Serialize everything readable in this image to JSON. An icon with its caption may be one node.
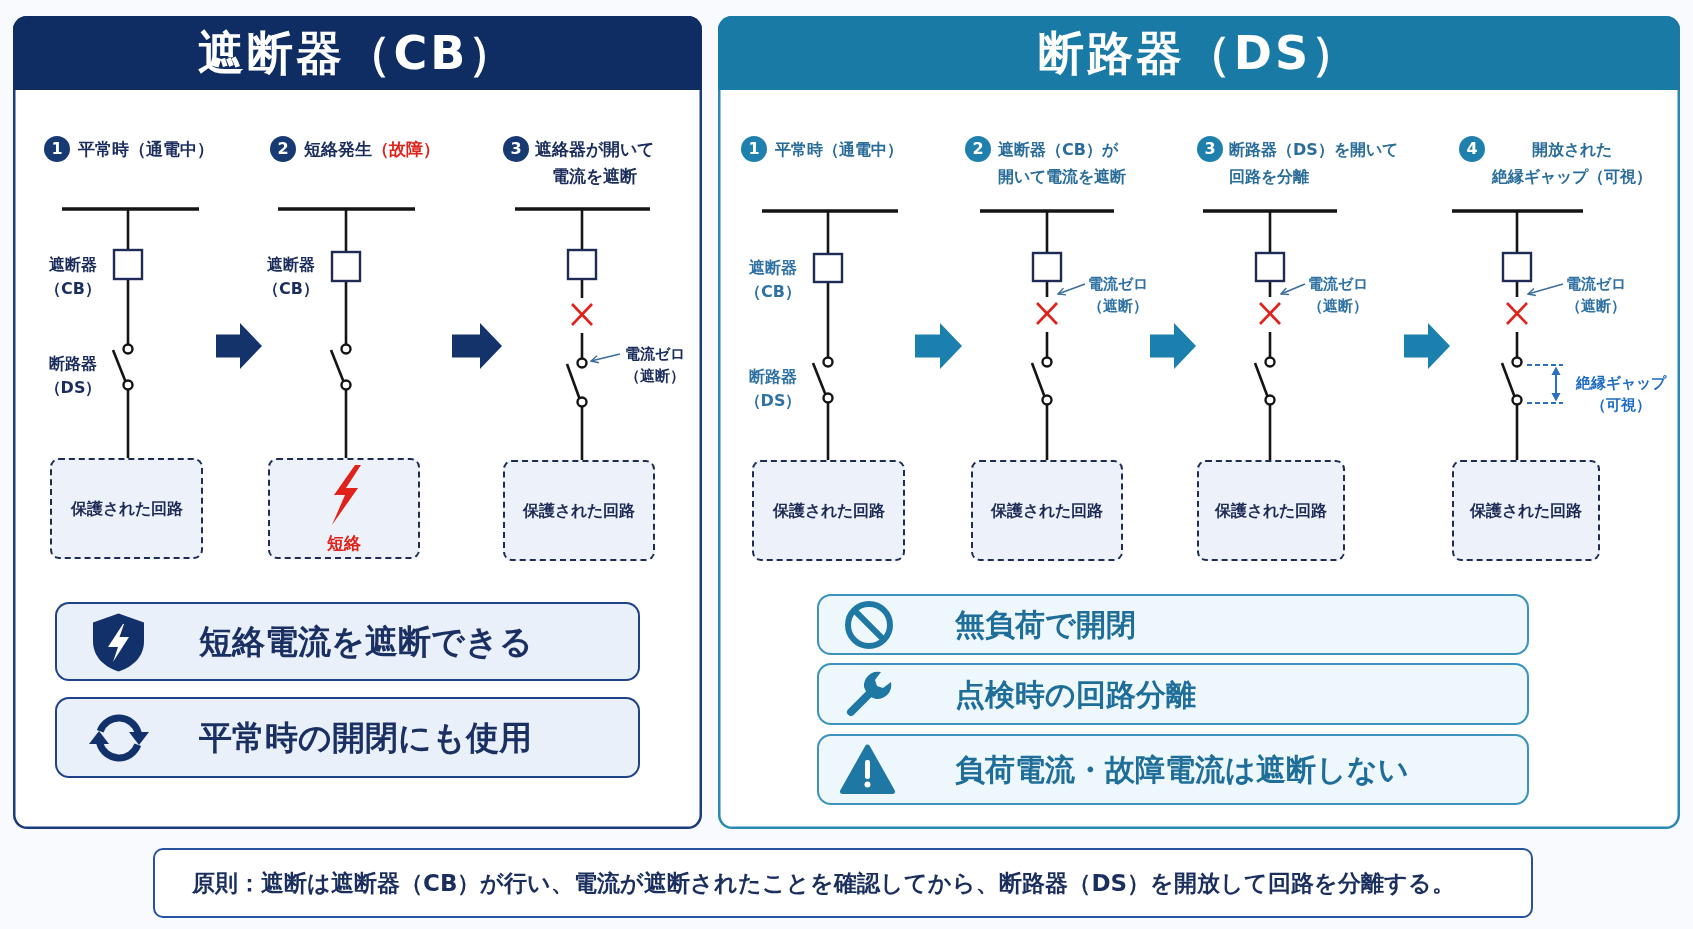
{
  "diagram": {
    "nodes": [
      {
        "text": [
          "遮断器（CB）"
        ]
      },
      {
        "text": [
          "1",
          "平常時（通電中）"
        ],
        "in": 0
      },
      {
        "text": [
          "保護された回路"
        ],
        "in": 0
      },
      {
        "text": [
          "2",
          "短絡発生",
          "（故障）"
        ],
        "in": 0
      },
      {
        "text": [
          "短絡"
        ],
        "in": 0
      },
      {
        "text": [
          "3",
          "遮絡器が開いて電流を遮断"
        ],
        "in": 0
      },
      {
        "text": [
          "電流ゼロ（遮断）"
        ],
        "in": 0
      },
      {
        "text": [
          "保護された回路"
        ],
        "in": 0
      },
      {
        "text": [
          "短絡電流を遮断できる"
        ],
        "in": 0
      },
      {
        "text": [
          "平常時の開閉にも使用"
        ],
        "in": 0
      },
      {
        "text": [
          "断路器（DS）"
        ]
      },
      {
        "text": [
          "1",
          "平常時（通電中）"
        ],
        "in": 10
      },
      {
        "text": [
          "保護された回路"
        ],
        "in": 10
      },
      {
        "text": [
          "2",
          "遮断器（CB）が開いて電流を遮断"
        ],
        "in": 10
      },
      {
        "text": [
          "電流ゼロ（遮断）"
        ],
        "in": 10
      },
      {
        "text": [
          "保護された回路"
        ],
        "in": 10
      },
      {
        "text": [
          "3",
          "断路器（DS）を開いて回路を分離"
        ],
        "in": 10
      },
      {
        "text": [
          "電流ゼロ（遮断）"
        ],
        "in": 16
      },
      {
        "text": [
          "保護された回路"
        ],
        "in": 10
      },
      {
        "text": [
          "4",
          "開放された絶縁ギャップ（可視）"
        ],
        "in": 10
      },
      {
        "text": [
          "電流ゼロ（遮断）"
        ],
        "in": 19
      },
      {
        "text": [
          "保護された回路"
        ],
        "in": 10
      },
      {
        "text": [
          "無負荷で開閉"
        ],
        "in": 10
      },
      {
        "text": [
          "点検時の回路分離"
        ],
        "in": 10
      },
      {
        "text": [
          "負荷電流・故障電流は遮断しない"
        ],
        "in": 10
      },
      {
        "text": [
          "原則：遮断は遮断器（CB）が行い、電流が遮断されたことを確認してから、断路器（DS）を開放して回路を分離する。"
        ]
      }
    ],
    "edges": [
      {
        "from": 1,
        "to": 3,
        "arrow": "to",
        "style": "thick",
        "color": "#15336b"
      },
      {
        "from": 3,
        "to": 5,
        "arrow": "to",
        "style": "thick",
        "color": "#15336b"
      },
      {
        "from": 6,
        "to": null,
        "arrow": "to"
      },
      {
        "from": 11,
        "to": 13,
        "arrow": "to",
        "style": "thick",
        "color": "#1b80ad"
      },
      {
        "from": 13,
        "to": 16,
        "arrow": "to",
        "style": "thick",
        "color": "#1b80ad"
      },
      {
        "from": 16,
        "to": 19,
        "arrow": "to",
        "style": "thick",
        "color": "#1b80ad"
      },
      {
        "from": 14,
        "to": null,
        "arrow": "to"
      },
      {
        "from": 17,
        "to": null,
        "arrow": "to"
      },
      {
        "from": 20,
        "to": null,
        "arrow": "to"
      }
    ],
    "labels": [
      "遮断器（CB）",
      "断路器（DS）",
      "遮断器（CB）",
      "遮断器（CB）",
      "断路器（DS）",
      "絶縁ギャップ（可視）"
    ]
  }
}
